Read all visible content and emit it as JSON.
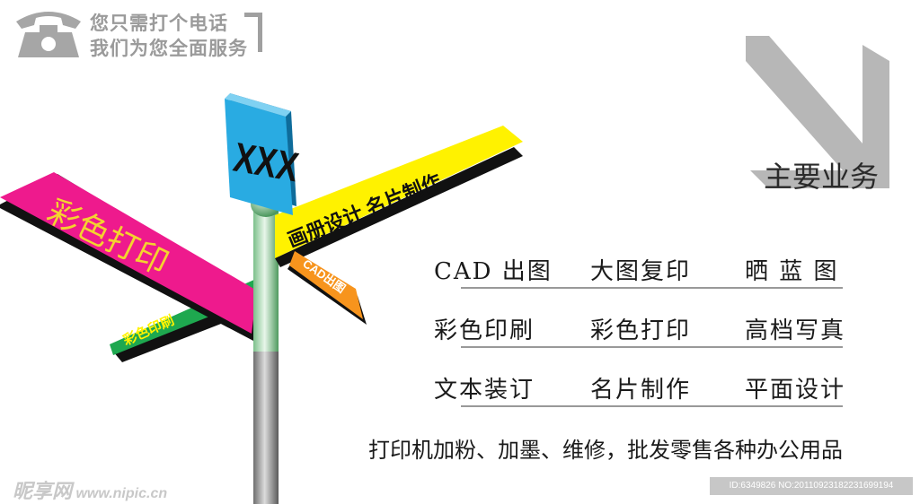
{
  "header": {
    "line1": "您只需打个电话",
    "line2": "我们为您全面服务"
  },
  "sign": {
    "top": "XXX",
    "left_pink": "彩色打印",
    "right_yellow": "画册设计  名片制作",
    "left_green": "彩色印刷",
    "right_orange": "CAD出图"
  },
  "colors": {
    "pink": "#ee1a8d",
    "yellow": "#fff200",
    "cyan": "#29abe2",
    "green": "#1ea84f",
    "orange": "#f7941d",
    "arrow_gray": "#b3b3b3"
  },
  "services": {
    "title": "主要业务",
    "rows": [
      [
        "CAD 出图",
        "大图复印",
        "晒 蓝 图"
      ],
      [
        "彩色印刷",
        "彩色打印",
        "高档写真"
      ],
      [
        "文本装订",
        "名片制作",
        "平面设计"
      ]
    ],
    "tagline": "打印机加粉、加墨、维修，批发零售各种办公用品"
  },
  "footer": {
    "watermark_logo": "昵享网",
    "watermark_url": "www.nipic.cn",
    "id_text": "ID:6349826 NO:20110923182231699194"
  }
}
